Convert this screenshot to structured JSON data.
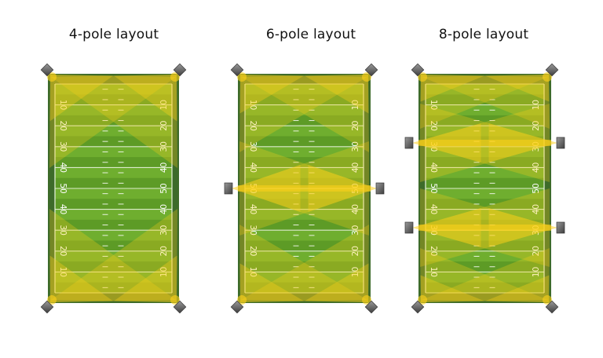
{
  "colors": {
    "field_dark": "#3d6b2a",
    "stripe_a": "#6fae2f",
    "stripe_b": "#5d9b26",
    "light_beam": "#ffd21a",
    "pole": "#6b6b6b"
  },
  "yard_labels": [
    "10",
    "20",
    "30",
    "40",
    "50",
    "40",
    "30",
    "20",
    "10"
  ],
  "layouts": [
    {
      "id": "4-pole",
      "title": "4-pole layout",
      "pole_count": 4
    },
    {
      "id": "6-pole",
      "title": "6-pole layout",
      "pole_count": 6
    },
    {
      "id": "8-pole",
      "title": "8-pole layout",
      "pole_count": 8
    }
  ]
}
